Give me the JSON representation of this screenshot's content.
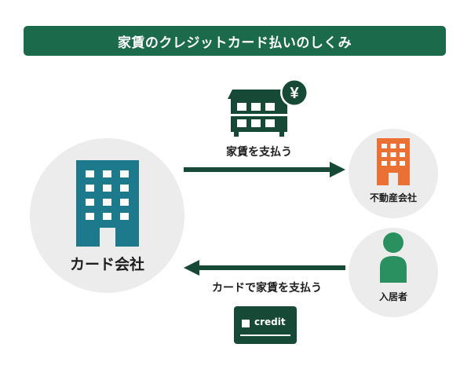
{
  "title": "家賃のクレジットカード払いのしくみ",
  "nodes": {
    "card_company": "カード会社",
    "real_estate": "不動産会社",
    "tenant": "入居者"
  },
  "flows": {
    "rent_payment": "家賃を支払う",
    "card_payment": "カードで家賃を支払う"
  },
  "badges": {
    "yen_symbol": "¥",
    "card_text": "credit"
  },
  "colors": {
    "title_bg": "#1b6a4c",
    "dark_green": "#164a36",
    "teal": "#1d7a8c",
    "orange": "#ea7034",
    "green": "#2a9060",
    "circle_bg": "#ececec"
  }
}
